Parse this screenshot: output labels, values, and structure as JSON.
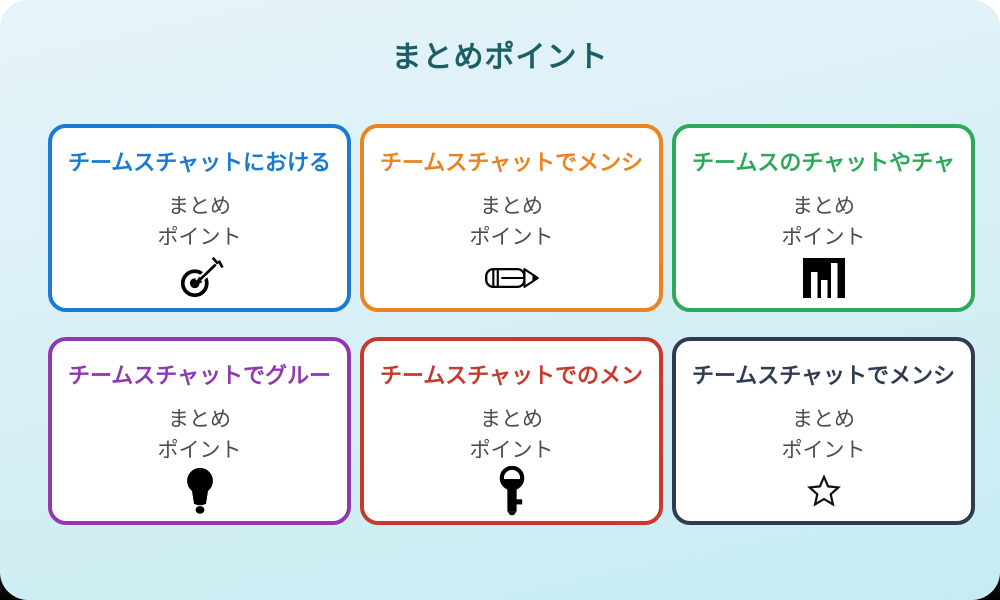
{
  "page": {
    "title": "まとめポイント",
    "title_color": "#1a5f66",
    "background_gradient": [
      "#e6f4f9",
      "#c6ecf2"
    ],
    "card_background": "#ffffff",
    "body_text_color": "#4d4d4d",
    "icon_color": "#000000"
  },
  "cards": [
    {
      "title": "チームスチャットにおける",
      "color": "#1a7bd0",
      "icon": "dart-target-icon",
      "lines": [
        "まとめ",
        "ポイント"
      ]
    },
    {
      "title": "チームスチャットでメンシ",
      "color": "#ea8420",
      "icon": "pencil-icon",
      "lines": [
        "まとめ",
        "ポイント"
      ]
    },
    {
      "title": "チームスのチャットやチャ",
      "color": "#2ea95c",
      "icon": "bar-chart-icon",
      "lines": [
        "まとめ",
        "ポイント"
      ]
    },
    {
      "title": "チームスチャットでグルー",
      "color": "#9138b0",
      "icon": "lightbulb-icon",
      "lines": [
        "まとめ",
        "ポイント"
      ]
    },
    {
      "title": "チームスチャットでのメン",
      "color": "#c83a2d",
      "icon": "key-icon",
      "lines": [
        "まとめ",
        "ポイント"
      ]
    },
    {
      "title": "チームスチャットでメンシ",
      "color": "#2e3c51",
      "icon": "star-icon",
      "lines": [
        "まとめ",
        "ポイント"
      ]
    }
  ]
}
